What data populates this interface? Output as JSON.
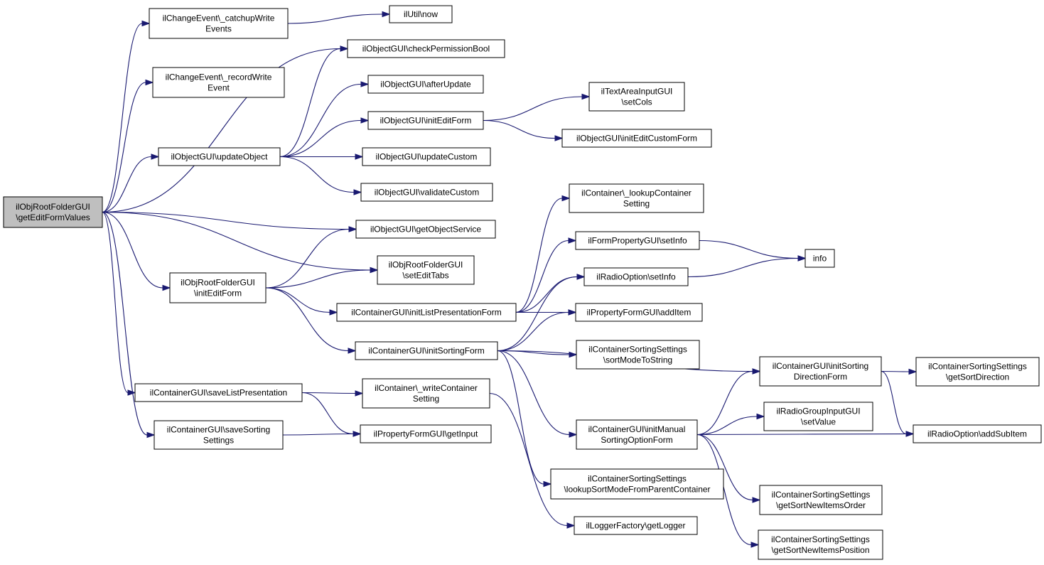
{
  "colors": {
    "edge": "#191970",
    "node_border": "#000000",
    "root_fill": "#bfbfbf",
    "node_fill": "#ffffff"
  },
  "nodes": [
    {
      "id": "root",
      "lines": [
        "ilObjRootFolderGUI",
        "\\getEditFormValues"
      ],
      "root": true
    },
    {
      "id": "catchup",
      "lines": [
        "ilChangeEvent\\_catchupWrite",
        "Events"
      ]
    },
    {
      "id": "now",
      "lines": [
        "ilUtil\\now"
      ]
    },
    {
      "id": "record",
      "lines": [
        "ilChangeEvent\\_recordWrite",
        "Event"
      ]
    },
    {
      "id": "checkperm",
      "lines": [
        "ilObjectGUI\\checkPermissionBool"
      ]
    },
    {
      "id": "afterupdate",
      "lines": [
        "ilObjectGUI\\afterUpdate"
      ]
    },
    {
      "id": "initeditform",
      "lines": [
        "ilObjectGUI\\initEditForm"
      ]
    },
    {
      "id": "setcols",
      "lines": [
        "ilTextAreaInputGUI",
        "\\setCols"
      ]
    },
    {
      "id": "initeditcustom",
      "lines": [
        "ilObjectGUI\\initEditCustomForm"
      ]
    },
    {
      "id": "updateobject",
      "lines": [
        "ilObjectGUI\\updateObject"
      ]
    },
    {
      "id": "updatecustom",
      "lines": [
        "ilObjectGUI\\updateCustom"
      ]
    },
    {
      "id": "validatecustom",
      "lines": [
        "ilObjectGUI\\validateCustom"
      ]
    },
    {
      "id": "lookupcontainer",
      "lines": [
        "ilContainer\\_lookupContainer",
        "Setting"
      ]
    },
    {
      "id": "getobjectservice",
      "lines": [
        "ilObjectGUI\\getObjectService"
      ]
    },
    {
      "id": "formpropsetinfo",
      "lines": [
        "ilFormPropertyGUI\\setInfo"
      ]
    },
    {
      "id": "info",
      "lines": [
        "info"
      ]
    },
    {
      "id": "setedittabs",
      "lines": [
        "ilObjRootFolderGUI",
        "\\setEditTabs"
      ]
    },
    {
      "id": "radiosetinfo",
      "lines": [
        "ilRadioOption\\setInfo"
      ]
    },
    {
      "id": "rootiniteditform",
      "lines": [
        "ilObjRootFolderGUI",
        "\\initEditForm"
      ]
    },
    {
      "id": "initlistpres",
      "lines": [
        "ilContainerGUI\\initListPresentationForm"
      ]
    },
    {
      "id": "additem",
      "lines": [
        "ilPropertyFormGUI\\addItem"
      ]
    },
    {
      "id": "initsortingform",
      "lines": [
        "ilContainerGUI\\initSortingForm"
      ]
    },
    {
      "id": "sortmodetostring",
      "lines": [
        "ilContainerSortingSettings",
        "\\sortModeToString"
      ]
    },
    {
      "id": "initsortingdir",
      "lines": [
        "ilContainerGUI\\initSorting",
        "DirectionForm"
      ]
    },
    {
      "id": "getsortdirection",
      "lines": [
        "ilContainerSortingSettings",
        "\\getSortDirection"
      ]
    },
    {
      "id": "savelistpres",
      "lines": [
        "ilContainerGUI\\saveListPresentation"
      ]
    },
    {
      "id": "writecontainer",
      "lines": [
        "ilContainer\\_writeContainer",
        "Setting"
      ]
    },
    {
      "id": "radiogroupsetvalue",
      "lines": [
        "ilRadioGroupInputGUI",
        "\\setValue"
      ]
    },
    {
      "id": "savesorting",
      "lines": [
        "ilContainerGUI\\saveSorting",
        "Settings"
      ]
    },
    {
      "id": "getinput",
      "lines": [
        "ilPropertyFormGUI\\getInput"
      ]
    },
    {
      "id": "initmanual",
      "lines": [
        "ilContainerGUI\\initManual",
        "SortingOptionForm"
      ]
    },
    {
      "id": "addsubitem",
      "lines": [
        "ilRadioOption\\addSubItem"
      ]
    },
    {
      "id": "lookupsortmode",
      "lines": [
        "ilContainerSortingSettings",
        "\\lookupSortModeFromParentContainer"
      ]
    },
    {
      "id": "getsortnewitemsorder",
      "lines": [
        "ilContainerSortingSettings",
        "\\getSortNewItemsOrder"
      ]
    },
    {
      "id": "getlogger",
      "lines": [
        "ilLoggerFactory\\getLogger"
      ]
    },
    {
      "id": "getsortnewitemsposition",
      "lines": [
        "ilContainerSortingSettings",
        "\\getSortNewItemsPosition"
      ]
    }
  ],
  "edges": [
    [
      "root",
      "catchup"
    ],
    [
      "catchup",
      "now"
    ],
    [
      "root",
      "record"
    ],
    [
      "root",
      "checkperm"
    ],
    [
      "root",
      "updateobject"
    ],
    [
      "root",
      "getobjectservice"
    ],
    [
      "root",
      "setedittabs"
    ],
    [
      "root",
      "rootiniteditform"
    ],
    [
      "root",
      "savelistpres"
    ],
    [
      "root",
      "savesorting"
    ],
    [
      "updateobject",
      "checkperm"
    ],
    [
      "updateobject",
      "afterupdate"
    ],
    [
      "updateobject",
      "initeditform"
    ],
    [
      "updateobject",
      "updatecustom"
    ],
    [
      "updateobject",
      "validatecustom"
    ],
    [
      "initeditform",
      "setcols"
    ],
    [
      "initeditform",
      "initeditcustom"
    ],
    [
      "rootiniteditform",
      "getobjectservice"
    ],
    [
      "rootiniteditform",
      "setedittabs"
    ],
    [
      "rootiniteditform",
      "initlistpres"
    ],
    [
      "rootiniteditform",
      "initsortingform"
    ],
    [
      "initlistpres",
      "lookupcontainer"
    ],
    [
      "initlistpres",
      "formpropsetinfo"
    ],
    [
      "initlistpres",
      "radiosetinfo"
    ],
    [
      "initlistpres",
      "additem"
    ],
    [
      "formpropsetinfo",
      "info"
    ],
    [
      "radiosetinfo",
      "info"
    ],
    [
      "initsortingform",
      "radiosetinfo"
    ],
    [
      "initsortingform",
      "additem"
    ],
    [
      "initsortingform",
      "sortmodetostring"
    ],
    [
      "initsortingform",
      "initsortingdir"
    ],
    [
      "initsortingform",
      "initmanual"
    ],
    [
      "initsortingform",
      "lookupsortmode"
    ],
    [
      "initsortingdir",
      "getsortdirection"
    ],
    [
      "initsortingdir",
      "addsubitem"
    ],
    [
      "initmanual",
      "initsortingdir"
    ],
    [
      "initmanual",
      "radiogroupsetvalue"
    ],
    [
      "initmanual",
      "addsubitem"
    ],
    [
      "initmanual",
      "getsortnewitemsorder"
    ],
    [
      "initmanual",
      "getsortnewitemsposition"
    ],
    [
      "savelistpres",
      "writecontainer"
    ],
    [
      "savelistpres",
      "getinput"
    ],
    [
      "savesorting",
      "getinput"
    ],
    [
      "writecontainer",
      "getlogger"
    ]
  ]
}
